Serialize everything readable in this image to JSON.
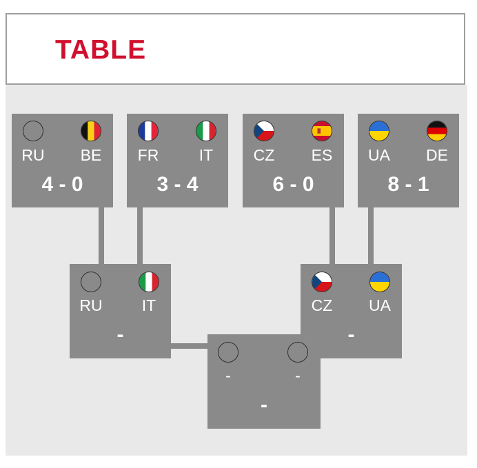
{
  "header": {
    "title": "TABLE"
  },
  "bracket": {
    "quarterfinals": [
      {
        "home": {
          "code": "RU",
          "flag": "empty-flag"
        },
        "away": {
          "code": "BE",
          "flag": "belgium-flag"
        },
        "score": "4 - 0"
      },
      {
        "home": {
          "code": "FR",
          "flag": "france-flag"
        },
        "away": {
          "code": "IT",
          "flag": "italy-flag"
        },
        "score": "3 - 4"
      },
      {
        "home": {
          "code": "CZ",
          "flag": "czech-flag"
        },
        "away": {
          "code": "ES",
          "flag": "spain-flag"
        },
        "score": "6 - 0"
      },
      {
        "home": {
          "code": "UA",
          "flag": "ukraine-flag"
        },
        "away": {
          "code": "DE",
          "flag": "germany-flag"
        },
        "score": "8 - 1"
      }
    ],
    "semifinals": [
      {
        "home": {
          "code": "RU",
          "flag": "empty-flag"
        },
        "away": {
          "code": "IT",
          "flag": "italy-flag"
        },
        "score": "-"
      },
      {
        "home": {
          "code": "CZ",
          "flag": "czech-flag"
        },
        "away": {
          "code": "UA",
          "flag": "ukraine-flag"
        },
        "score": "-"
      }
    ],
    "final": {
      "home": {
        "code": "-",
        "flag": "empty-flag"
      },
      "away": {
        "code": "-",
        "flag": "empty-flag"
      },
      "score": "-"
    }
  },
  "colors": {
    "accent": "#d0102e",
    "card": "#8a8a8a",
    "panel": "#e9e9e9",
    "text": "#ffffff"
  }
}
